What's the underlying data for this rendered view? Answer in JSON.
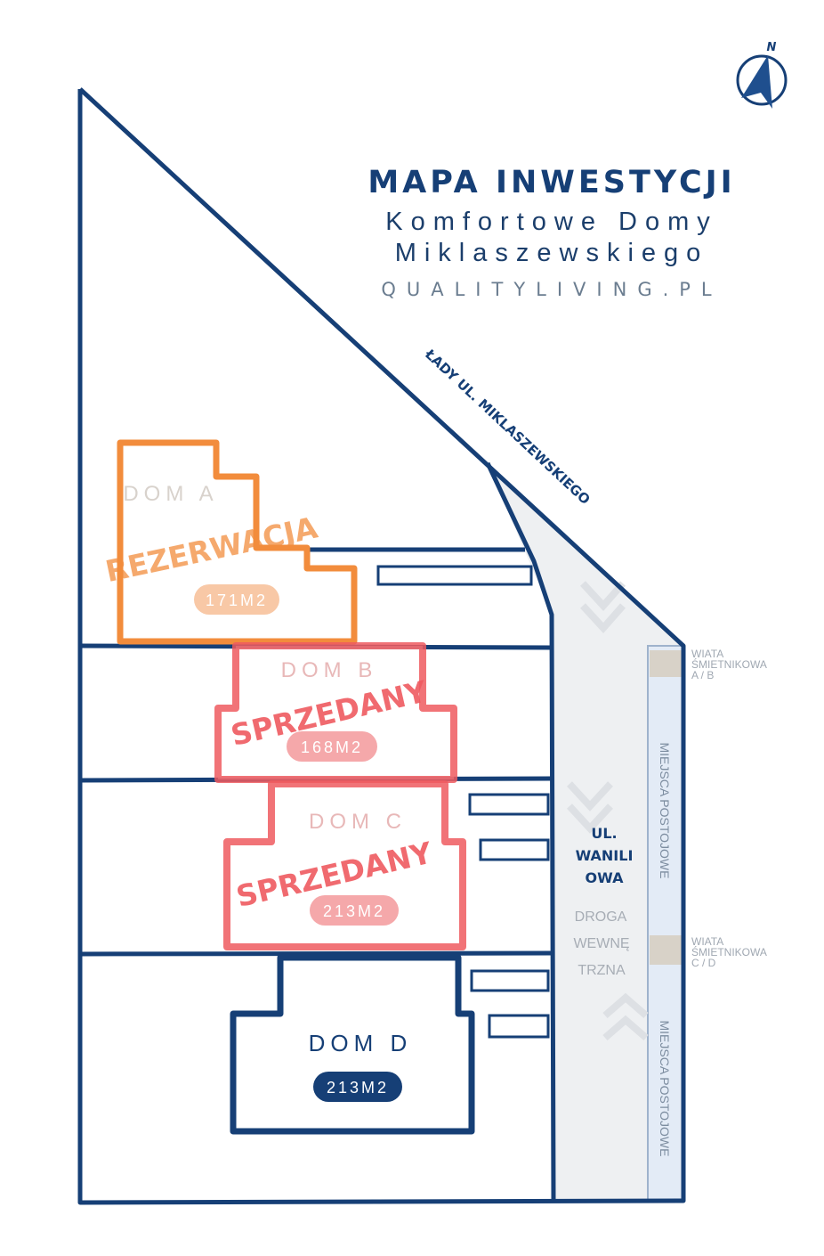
{
  "header": {
    "title": "MAPA INWESTYCJI",
    "subtitle_line1": "Komfortowe Domy",
    "subtitle_line2": "Miklaszewskiego",
    "website": "QUALITYLIVING.PL"
  },
  "compass": {
    "label": "N",
    "icon": "north-arrow-icon"
  },
  "streets": {
    "main": "ŁADY UL. MIKLASZEWSKIEGO",
    "internal_name": [
      "UL.",
      "WANILI",
      "OWA"
    ],
    "internal_type": [
      "DROGA",
      "WEWNĘ",
      "TRZNA"
    ],
    "parking": "MIEJSCA POSTOJOWE"
  },
  "shelters": [
    {
      "line1": "WIATA",
      "line2": "ŚMIETNIKOWA",
      "line3": "A / B"
    },
    {
      "line1": "WIATA",
      "line2": "ŚMIETNIKOWA",
      "line3": "C / D"
    }
  ],
  "houses": [
    {
      "name": "DOM A",
      "area": "171M2",
      "status": "REZERWACJA",
      "color": "#f28c3c"
    },
    {
      "name": "DOM B",
      "area": "168M2",
      "status": "SPRZEDANY",
      "color": "#ee5a5f"
    },
    {
      "name": "DOM C",
      "area": "213M2",
      "status": "SPRZEDANY",
      "color": "#ee5a5f"
    },
    {
      "name": "DOM D",
      "area": "213M2",
      "status": "",
      "color": "#163f76"
    }
  ],
  "colors": {
    "navy": "#163f76",
    "road": "#eef0f2",
    "parking": "#e3ebf6",
    "shelter": "#d8d2c8"
  }
}
